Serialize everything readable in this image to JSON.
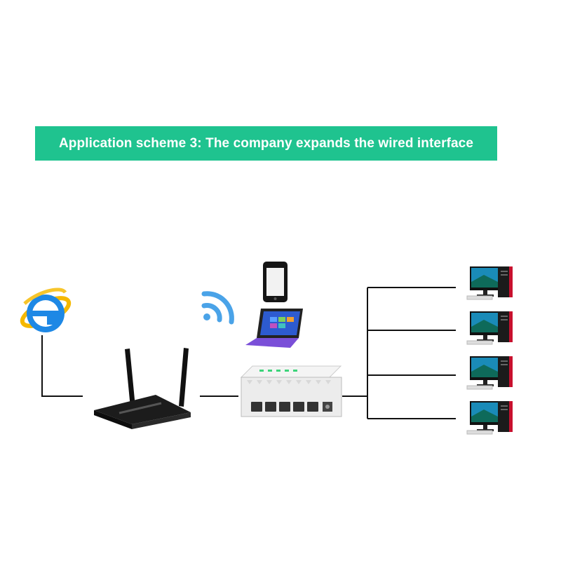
{
  "title": "Application scheme 3: The company expands the wired interface",
  "colors": {
    "banner": "#1fc38f",
    "line": "#111111",
    "router": "#1a1a1a",
    "switch": "#ececec",
    "tablet_cover": "#7a4fd8",
    "wifi": "#4aa3e8"
  },
  "icons": [
    "internet-explorer-icon",
    "router-icon",
    "wifi-signal-icon",
    "smartphone-icon",
    "tablet-icon",
    "network-switch-icon",
    "desktop-computer-icon"
  ],
  "switch_ports": 5,
  "computers": 4
}
